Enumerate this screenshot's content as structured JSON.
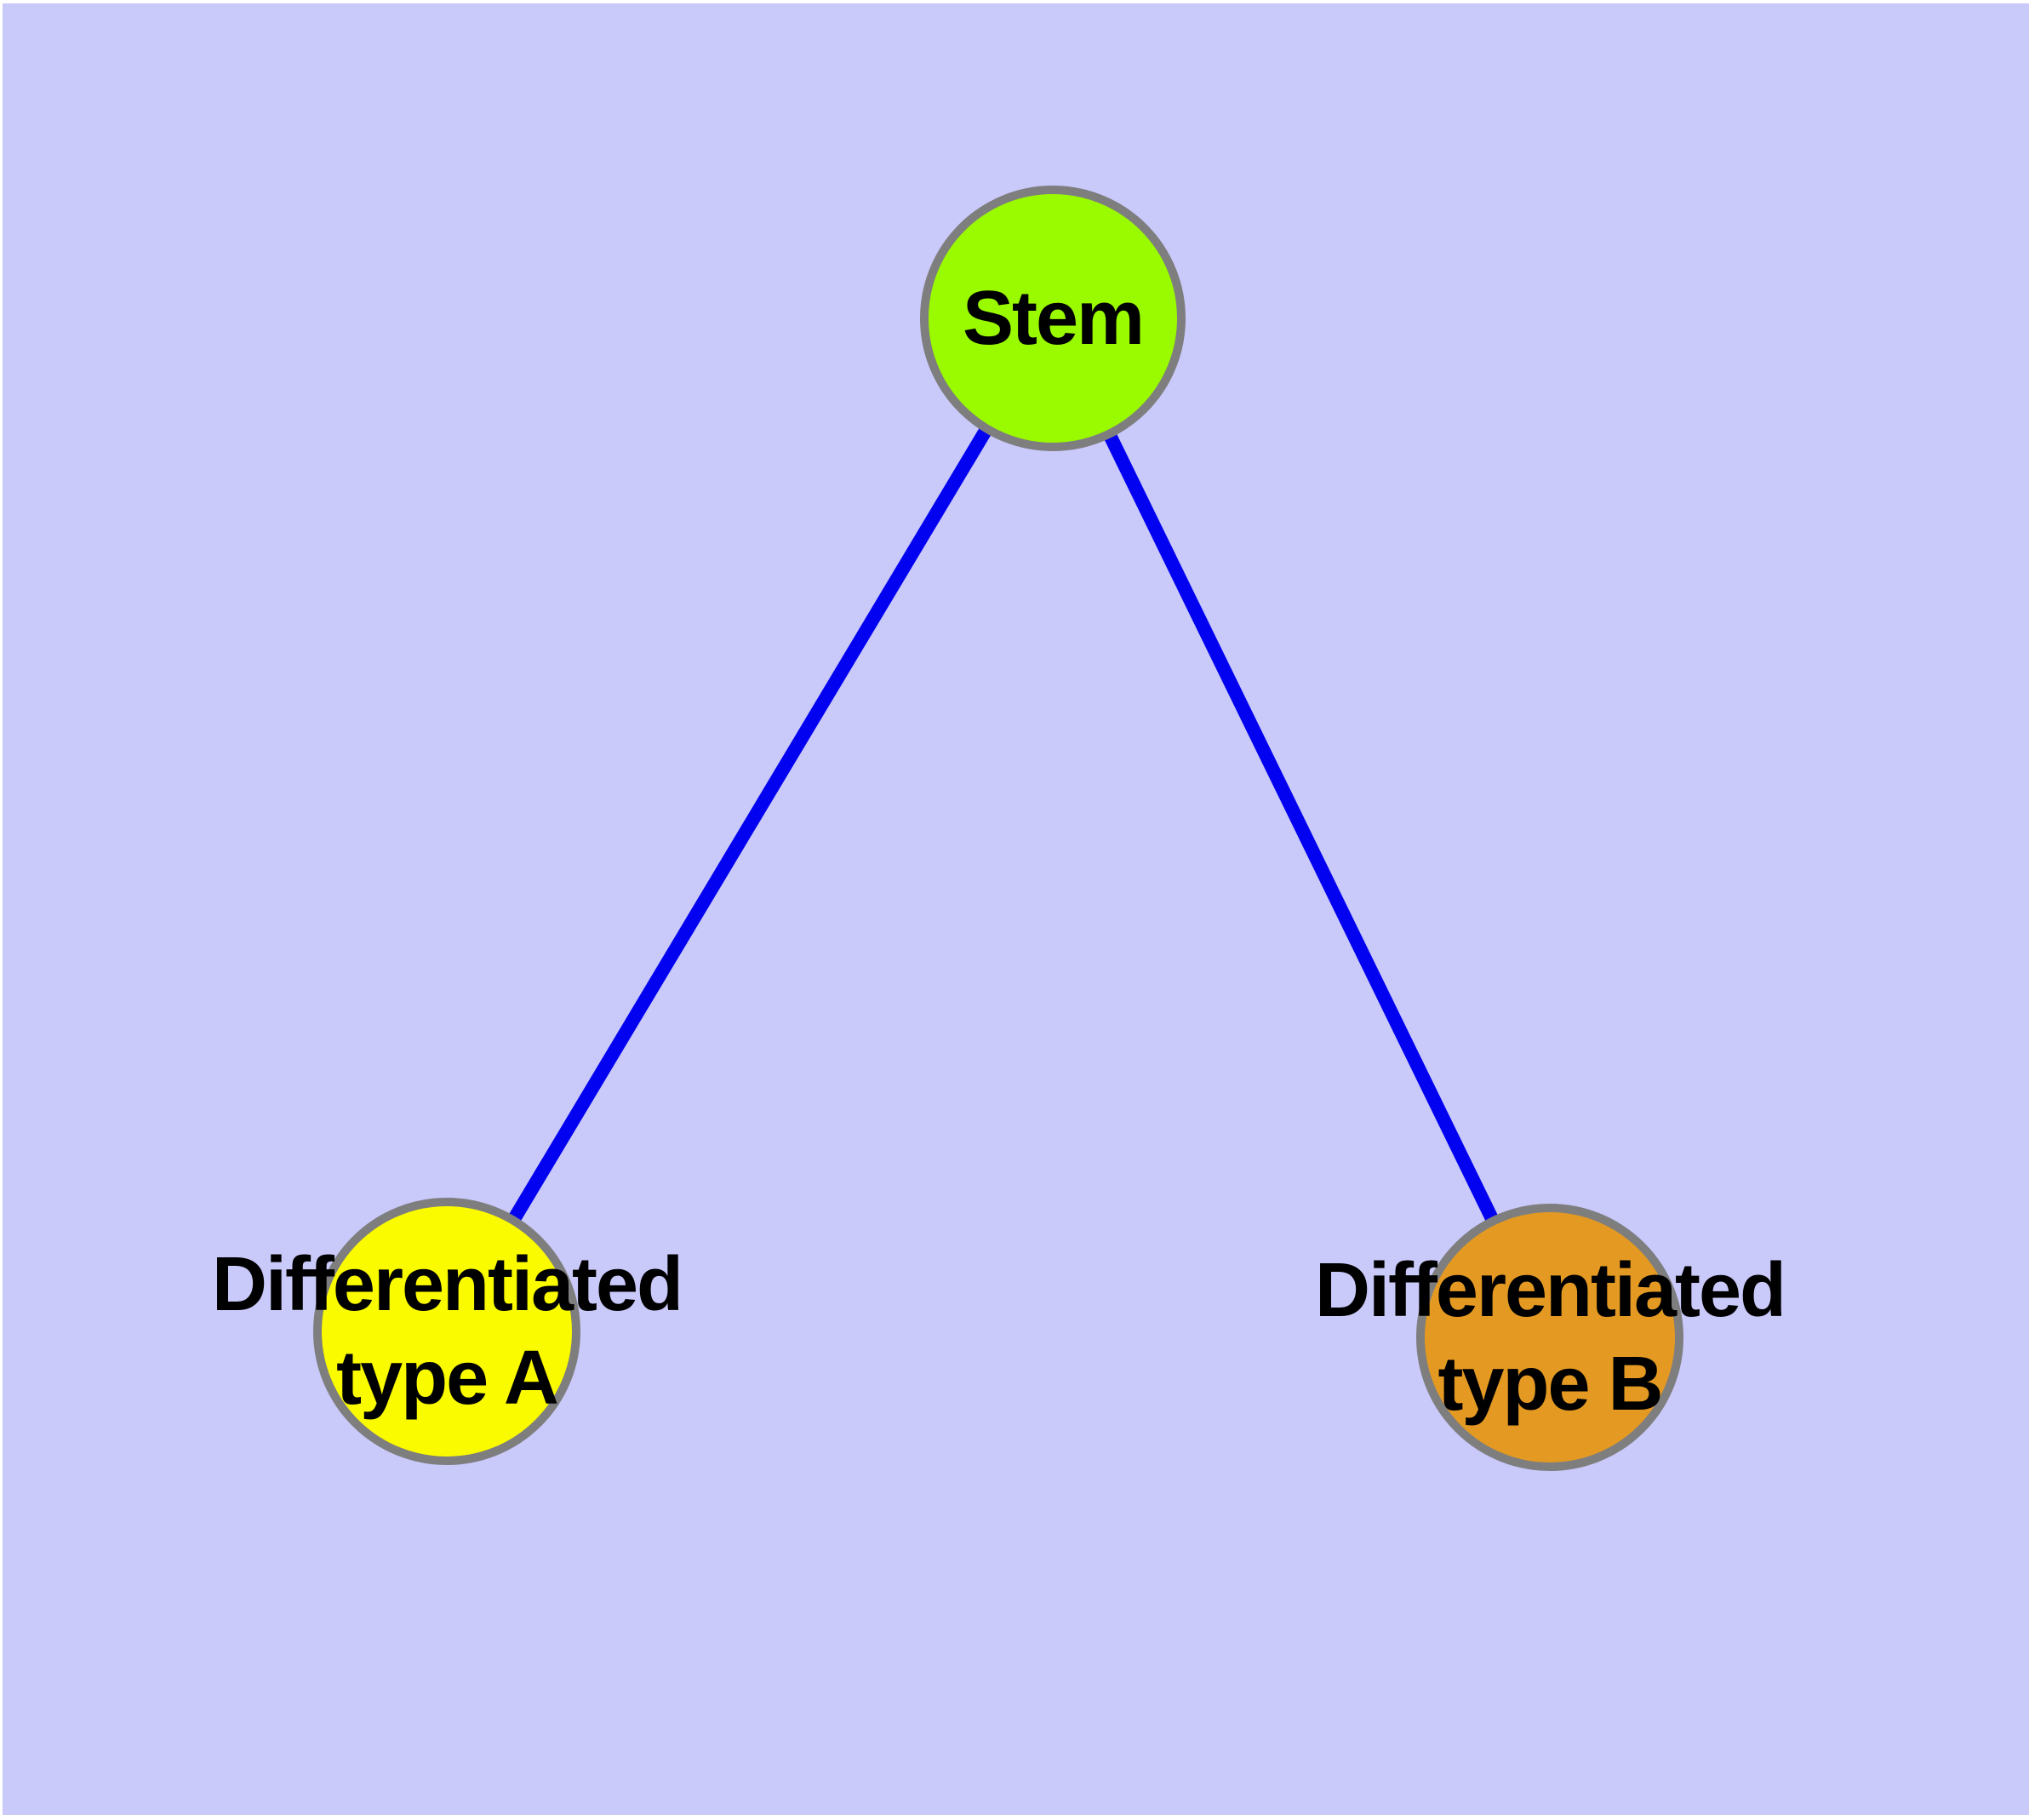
{
  "diagram": {
    "background_color": "#C9C9FA",
    "page_margin_color": "#FFFFFF",
    "edge_color": "#0202F0",
    "node_border_color": "#7E7E7E",
    "text_color": "#000000",
    "nodes": [
      {
        "id": "stem",
        "fill": "#9AFA00",
        "label_lines": [
          "Stem"
        ]
      },
      {
        "id": "type-a",
        "fill": "#FBFB00",
        "label_lines": [
          "Differentiated",
          "type A"
        ]
      },
      {
        "id": "type-b",
        "fill": "#E49A22",
        "label_lines": [
          "Differentiated",
          "type B"
        ]
      }
    ],
    "edges": [
      {
        "from": "stem",
        "to": "type-a"
      },
      {
        "from": "stem",
        "to": "type-b"
      }
    ]
  }
}
